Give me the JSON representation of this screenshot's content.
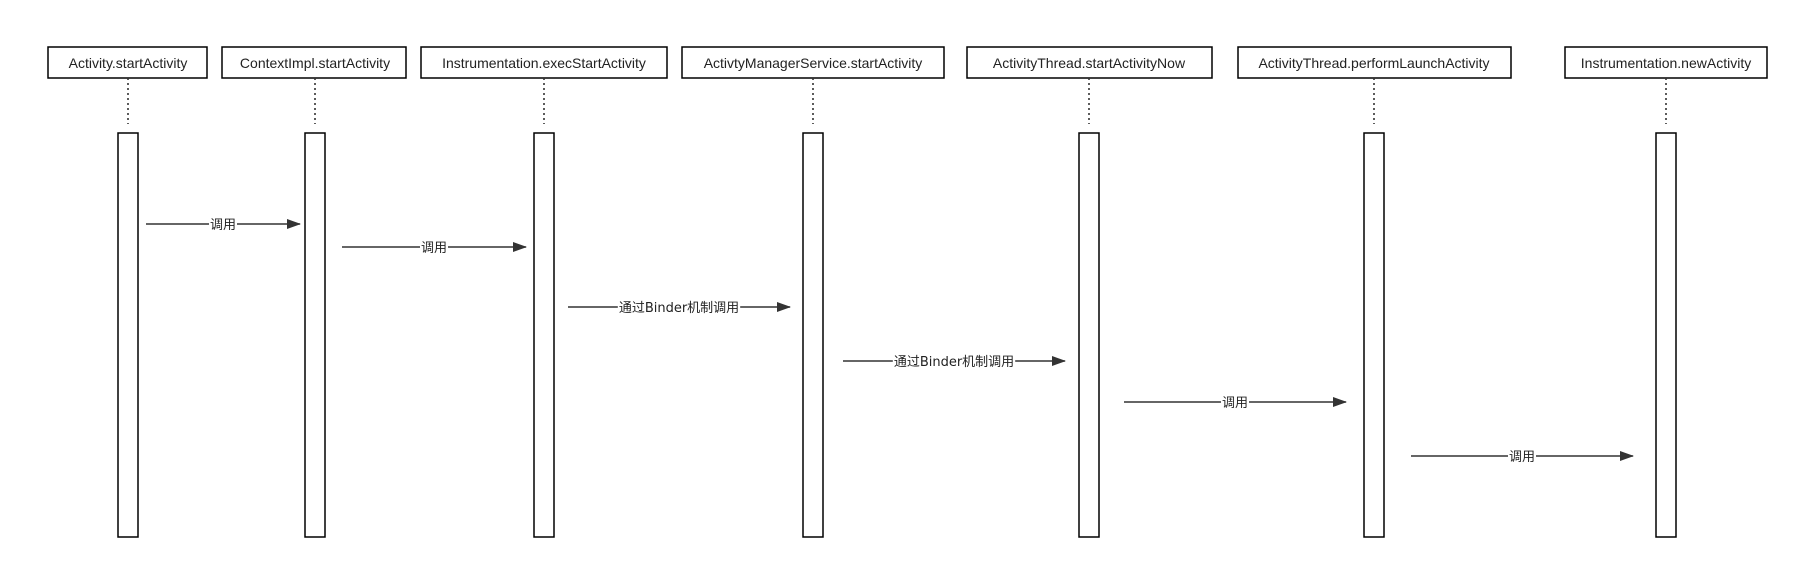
{
  "diagram": {
    "type": "sequence",
    "participants": [
      {
        "id": "p1",
        "label": "Activity.startActivity"
      },
      {
        "id": "p2",
        "label": "ContextImpl.startActivity"
      },
      {
        "id": "p3",
        "label": "Instrumentation.execStartActivity"
      },
      {
        "id": "p4",
        "label": "ActivtyManagerService.startActivity"
      },
      {
        "id": "p5",
        "label": "ActivityThread.startActivityNow"
      },
      {
        "id": "p6",
        "label": "ActivityThread.performLaunchActivity"
      },
      {
        "id": "p7",
        "label": "Instrumentation.newActivity"
      }
    ],
    "messages": [
      {
        "from": "p1",
        "to": "p2",
        "label": "调用"
      },
      {
        "from": "p2",
        "to": "p3",
        "label": "调用"
      },
      {
        "from": "p3",
        "to": "p4",
        "label": "通过Binder机制调用"
      },
      {
        "from": "p4",
        "to": "p5",
        "label": "通过Binder机制调用"
      },
      {
        "from": "p5",
        "to": "p6",
        "label": "调用"
      },
      {
        "from": "p6",
        "to": "p7",
        "label": "调用"
      }
    ],
    "colors": {
      "stroke": "#000000",
      "text": "#222222",
      "background": "#ffffff"
    }
  }
}
